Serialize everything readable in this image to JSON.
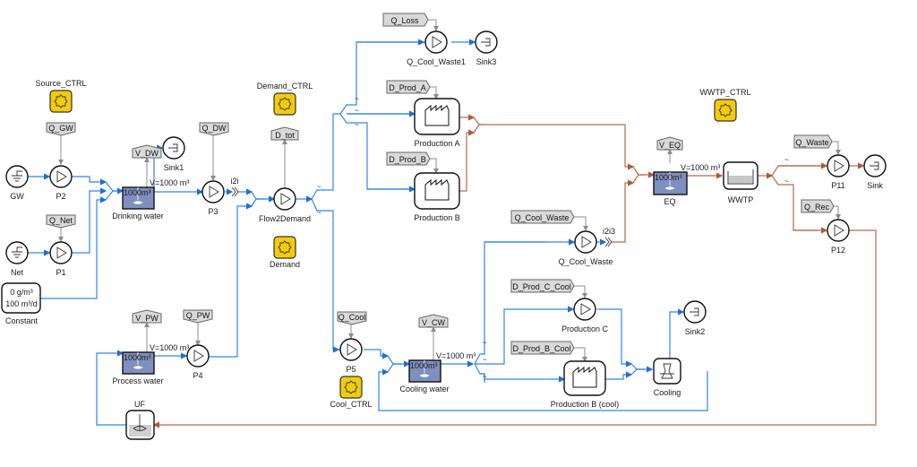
{
  "diagram": {
    "title": "Water network process model",
    "sources": [
      {
        "id": "GW",
        "label": "GW",
        "icon": "ground-source-icon"
      },
      {
        "id": "Net",
        "label": "Net",
        "icon": "ground-source-icon"
      }
    ],
    "constant": {
      "label": "Constant",
      "line1": "0 g/m³",
      "line2": "100 m³/d"
    },
    "controllers": [
      {
        "id": "Source_CTRL",
        "label": "Source_CTRL"
      },
      {
        "id": "Demand_CTRL",
        "label": "Demand_CTRL"
      },
      {
        "id": "Demand",
        "label": "Demand"
      },
      {
        "id": "WWTP_CTRL",
        "label": "WWTP_CTRL"
      },
      {
        "id": "Cool_CTRL",
        "label": "Cool_CTRL"
      }
    ],
    "tags": {
      "Q_GW": "Q_GW",
      "Q_Net": "Q_Net",
      "V_DW": "V_DW",
      "Q_DW": "Q_DW",
      "D_tot": "D_tot",
      "Q_Loss": "Q_Loss",
      "D_Prod_A": "D_Prod_A",
      "D_Prod_B": "D_Prod_B",
      "V_EQ": "V_EQ",
      "Q_Waste": "Q_Waste",
      "Q_Rec": "Q_Rec",
      "Q_Cool_Waste": "Q_Cool_Waste",
      "D_Prod_C_Cool": "D_Prod_C_Cool",
      "D_Prod_B_Cool": "D_Prod_B_Cool",
      "V_PW": "V_PW",
      "Q_PW": "Q_PW",
      "Q_Cool": "Q_Cool",
      "V_CW": "V_CW"
    },
    "pumps": {
      "P1": "P1",
      "P2": "P2",
      "P3": "P3",
      "P4": "P4",
      "P5": "P5",
      "P11": "P11",
      "P12": "P12",
      "Flow2Demand": "Flow2Demand",
      "Q_Cool_Waste1": "Q_Cool_Waste1",
      "Q_Cool_Waste": "Q_Cool_Waste",
      "Production_C": "Production C"
    },
    "sinks": {
      "Sink1": "Sink1",
      "Sink2": "Sink2",
      "Sink3": "Sink3",
      "Sink": "Sink"
    },
    "tanks": {
      "drinking": {
        "label": "Drinking water",
        "inner": "1000m³",
        "volume": "V=1000 m³"
      },
      "process": {
        "label": "Process water",
        "inner": "1000m³",
        "volume": "V=1000 m³"
      },
      "cooling": {
        "label": "Cooling water",
        "inner": "1000m³",
        "volume": "V=1000 m³"
      },
      "eq": {
        "label": "EQ",
        "inner": "1000m³",
        "volume": "V=1000 m³"
      }
    },
    "factories": {
      "prodA": "Production A",
      "prodB": "Production B",
      "prodBcool": "Production B (cool)"
    },
    "units": {
      "wwtp": "WWTP",
      "cooling": "Cooling",
      "uf": "UF"
    },
    "connectors": {
      "i2i": "i2i",
      "i2i3": "i2i3"
    },
    "split_mark": "~",
    "colors": {
      "water_line": "#2f87e8",
      "waste_line": "#b86a48",
      "signal_line": "#8c8c8c",
      "tank_fill": "#7f8fbf",
      "controller_fill": "#f2cc0c",
      "tag_fill": "#d9d9d9"
    }
  }
}
